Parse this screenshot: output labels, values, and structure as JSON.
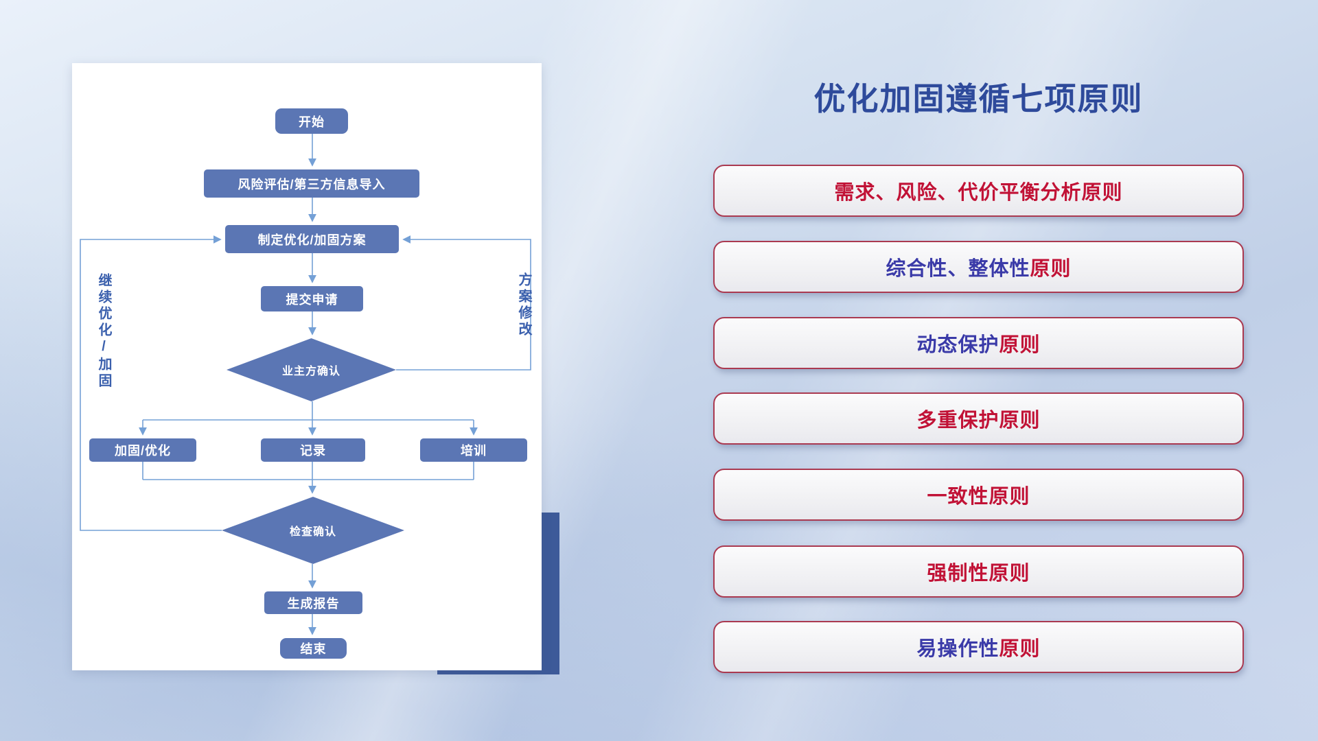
{
  "slide": {
    "title": "优化加固遵循七项原则"
  },
  "flowchart": {
    "nodes": {
      "start": "开始",
      "risk_import": "风险评估/第三方信息导入",
      "make_plan": "制定优化/加固方案",
      "submit": "提交申请",
      "owner_confirm": "业主方确认",
      "harden": "加固/优化",
      "record": "记录",
      "training": "培训",
      "check_confirm": "检查确认",
      "report": "生成报告",
      "end": "结束"
    },
    "loop_labels": {
      "left": "继续优化/加固",
      "right": "方案修改"
    }
  },
  "principles": [
    {
      "blue": "",
      "red": "需求、风险、代价平衡分析原则"
    },
    {
      "blue": "综合性、整体性",
      "red": "原则"
    },
    {
      "blue": "动态保护",
      "red": "原则"
    },
    {
      "blue": "",
      "red": "多重保护原则"
    },
    {
      "blue": "",
      "red": "一致性原则"
    },
    {
      "blue": "",
      "red": "强制性原则"
    },
    {
      "blue": "易操作性",
      "red": "原则"
    }
  ],
  "colors": {
    "title_blue": "#2e4a9b",
    "principle_border_red": "#aa3950",
    "principle_text_red": "#c11236",
    "principle_text_blue": "#3a3aa8",
    "node_fill": "#5b76b4",
    "connector_blue": "#74a0d6",
    "panel_accent_blue": "#3d5a99"
  }
}
